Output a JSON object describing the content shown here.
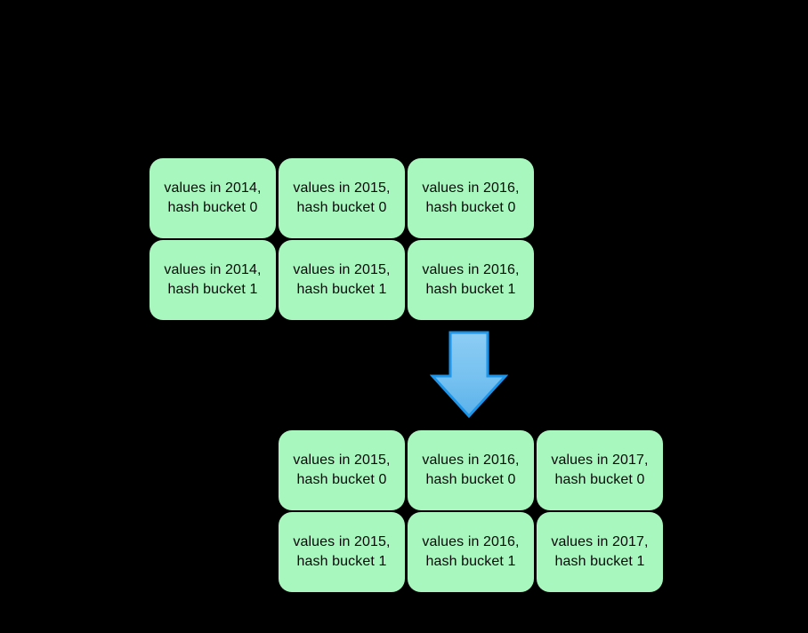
{
  "diagram": {
    "type": "data-retention-sliding-window",
    "background_color": "#000000",
    "box_fill_color": "#a8f7be",
    "box_text_color": "#0a0a0a",
    "arrow_fill_color_light": "#84c9f2",
    "arrow_fill_color_dark": "#5fb7ec",
    "arrow_border_color": "#1e95e8",
    "groups": [
      {
        "id": "before",
        "name": "before-state-grid",
        "years": [
          "2014",
          "2015",
          "2016"
        ],
        "buckets": [
          "0",
          "1"
        ],
        "cells": [
          {
            "text": "values in 2014,\nhash bucket 0",
            "year": "2014",
            "bucket": "0"
          },
          {
            "text": "values in 2015,\nhash bucket 0",
            "year": "2015",
            "bucket": "0"
          },
          {
            "text": "values in 2016,\nhash bucket 0",
            "year": "2016",
            "bucket": "0"
          },
          {
            "text": "values in 2014,\nhash bucket 1",
            "year": "2014",
            "bucket": "1"
          },
          {
            "text": "values in 2015,\nhash bucket 1",
            "year": "2015",
            "bucket": "1"
          },
          {
            "text": "values in 2016,\nhash bucket 1",
            "year": "2016",
            "bucket": "1"
          }
        ]
      },
      {
        "id": "after",
        "name": "after-state-grid",
        "years": [
          "2015",
          "2016",
          "2017"
        ],
        "buckets": [
          "0",
          "1"
        ],
        "cells": [
          {
            "text": "values in 2015,\nhash bucket 0",
            "year": "2015",
            "bucket": "0"
          },
          {
            "text": "values in 2016,\nhash bucket 0",
            "year": "2016",
            "bucket": "0"
          },
          {
            "text": "values in 2017,\nhash bucket 0",
            "year": "2017",
            "bucket": "0"
          },
          {
            "text": "values in 2015,\nhash bucket 1",
            "year": "2015",
            "bucket": "1"
          },
          {
            "text": "values in 2016,\nhash bucket 1",
            "year": "2016",
            "bucket": "1"
          },
          {
            "text": "values in 2017,\nhash bucket 1",
            "year": "2017",
            "bucket": "1"
          }
        ]
      }
    ],
    "arrow": {
      "name": "down-arrow-icon",
      "direction": "down"
    }
  }
}
